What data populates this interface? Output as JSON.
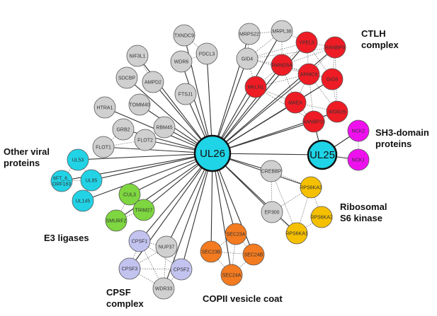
{
  "hubs": [
    {
      "id": "UL26",
      "label": "UL26"
    },
    {
      "id": "UL25",
      "label": "UL25"
    }
  ],
  "groups": [
    {
      "id": "ctlh",
      "lines": [
        "CTLH",
        "complex"
      ],
      "color": "#ee1c25"
    },
    {
      "id": "sh3",
      "lines": [
        "SH3-domain",
        "proteins"
      ],
      "color": "#ee11ee"
    },
    {
      "id": "ribosomal",
      "lines": [
        "Ribosomal",
        "S6 kinase"
      ],
      "color": "#f5c000"
    },
    {
      "id": "copii",
      "lines": [
        "COPII vesicle coat"
      ],
      "color": "#f47b20"
    },
    {
      "id": "cpsf",
      "lines": [
        "CPSF",
        "complex"
      ],
      "color": "#c3c3f0"
    },
    {
      "id": "e3",
      "lines": [
        "E3 ligases"
      ],
      "color": "#7ed640"
    },
    {
      "id": "viral",
      "lines": [
        "Other viral",
        "proteins"
      ],
      "color": "#22d3e6"
    }
  ],
  "nodes": [
    {
      "id": "MRPS22",
      "label": "MRPS22",
      "group": "none"
    },
    {
      "id": "MRPL38",
      "label": "MRPL38",
      "group": "none"
    },
    {
      "id": "GID4",
      "label": "GID4",
      "group": "none"
    },
    {
      "id": "TXNDC9",
      "label": "TXNDC9",
      "group": "none"
    },
    {
      "id": "PDCL3",
      "label": "PDCL3",
      "group": "none"
    },
    {
      "id": "WDR6",
      "label": "WDR6",
      "group": "none"
    },
    {
      "id": "NIF3L1",
      "label": "NIF3L1",
      "group": "none"
    },
    {
      "id": "AMPD2",
      "label": "AMPD2",
      "group": "none"
    },
    {
      "id": "SDCBP",
      "label": "SDCBP",
      "group": "none"
    },
    {
      "id": "TOMM40",
      "label": "TOMM40",
      "group": "none"
    },
    {
      "id": "FTSJ1",
      "label": "FTSJ1",
      "group": "none"
    },
    {
      "id": "HTRA1",
      "label": "HTRA1",
      "group": "none"
    },
    {
      "id": "GRB2",
      "label": "GRB2",
      "group": "none"
    },
    {
      "id": "RBM45",
      "label": "RBM45",
      "group": "none"
    },
    {
      "id": "FLOT1",
      "label": "FLOT1",
      "group": "none"
    },
    {
      "id": "FLOT2",
      "label": "FLOT2",
      "group": "none"
    },
    {
      "id": "YPEL5",
      "label": "YPEL5",
      "group": "ctlh"
    },
    {
      "id": "RANBP9",
      "label": "RANBP9",
      "group": "ctlh"
    },
    {
      "id": "RMND5A",
      "label": "RMND5A",
      "group": "ctlh"
    },
    {
      "id": "ARMC8",
      "label": "ARMC8",
      "group": "ctlh"
    },
    {
      "id": "GID8",
      "label": "GID8",
      "group": "ctlh"
    },
    {
      "id": "MKLN1",
      "label": "MKLN1",
      "group": "ctlh"
    },
    {
      "id": "WDR26",
      "label": "WDR26",
      "group": "ctlh"
    },
    {
      "id": "MAEA",
      "label": "MAEA",
      "group": "ctlh"
    },
    {
      "id": "RANBP10",
      "label": "RANBP10",
      "group": "ctlh"
    },
    {
      "id": "NCK2",
      "label": "NCK2",
      "group": "sh3"
    },
    {
      "id": "NCK1",
      "label": "NCK1",
      "group": "sh3"
    },
    {
      "id": "CREBBP",
      "label": "CREBBP",
      "group": "none"
    },
    {
      "id": "EP300",
      "label": "EP300",
      "group": "none"
    },
    {
      "id": "RPS6KA3",
      "label": "RPS6KA3",
      "group": "ribosomal"
    },
    {
      "id": "RPS6KA2",
      "label": "RPS6KA2",
      "group": "ribosomal"
    },
    {
      "id": "RPS6KA1",
      "label": "RPS6KA1",
      "group": "ribosomal"
    },
    {
      "id": "SEC23A",
      "label": "SEC23A",
      "group": "copii"
    },
    {
      "id": "SEC23B",
      "label": "SEC23B",
      "group": "copii"
    },
    {
      "id": "SEC24B",
      "label": "SEC24B",
      "group": "copii"
    },
    {
      "id": "SEC24A",
      "label": "SEC24A",
      "group": "copii"
    },
    {
      "id": "NUP37",
      "label": "NUP37",
      "group": "none"
    },
    {
      "id": "WDR33",
      "label": "WDR33",
      "group": "none"
    },
    {
      "id": "CPSF1",
      "label": "CPSF1",
      "group": "cpsf"
    },
    {
      "id": "CPSF3",
      "label": "CPSF3",
      "group": "cpsf"
    },
    {
      "id": "CPSF2",
      "label": "CPSF2",
      "group": "cpsf"
    },
    {
      "id": "CUL3",
      "label": "CUL3",
      "group": "e3"
    },
    {
      "id": "TRIM27",
      "label": "TRIM27",
      "group": "e3"
    },
    {
      "id": "SMURF2",
      "label": "SMURF2",
      "group": "e3"
    },
    {
      "id": "UL53",
      "label": "UL53",
      "group": "viral"
    },
    {
      "id": "6FT_6_ORF183",
      "label": "6FT_6_\nORF183",
      "group": "viral"
    },
    {
      "id": "UL85",
      "label": "UL85",
      "group": "viral"
    },
    {
      "id": "UL145",
      "label": "UL145",
      "group": "viral"
    }
  ],
  "hub_edges": [
    [
      "UL26",
      "MRPS22"
    ],
    [
      "UL26",
      "MRPL38"
    ],
    [
      "UL26",
      "GID4"
    ],
    [
      "UL26",
      "TXNDC9"
    ],
    [
      "UL26",
      "PDCL3"
    ],
    [
      "UL26",
      "WDR6"
    ],
    [
      "UL26",
      "NIF3L1"
    ],
    [
      "UL26",
      "AMPD2"
    ],
    [
      "UL26",
      "SDCBP"
    ],
    [
      "UL26",
      "TOMM40"
    ],
    [
      "UL26",
      "FTSJ1"
    ],
    [
      "UL26",
      "HTRA1"
    ],
    [
      "UL26",
      "GRB2"
    ],
    [
      "UL26",
      "RBM45"
    ],
    [
      "UL26",
      "FLOT1"
    ],
    [
      "UL26",
      "FLOT2"
    ],
    [
      "UL26",
      "YPEL5"
    ],
    [
      "UL26",
      "RANBP9"
    ],
    [
      "UL26",
      "RMND5A"
    ],
    [
      "UL26",
      "ARMC8"
    ],
    [
      "UL26",
      "GID8"
    ],
    [
      "UL26",
      "MKLN1"
    ],
    [
      "UL26",
      "WDR26"
    ],
    [
      "UL26",
      "MAEA"
    ],
    [
      "UL26",
      "RANBP10"
    ],
    [
      "UL26",
      "UL25"
    ],
    [
      "UL25",
      "NCK2"
    ],
    [
      "UL25",
      "NCK1"
    ],
    [
      "UL25",
      "RANBP10"
    ],
    [
      "UL26",
      "CREBBP"
    ],
    [
      "UL26",
      "EP300"
    ],
    [
      "UL26",
      "RPS6KA3"
    ],
    [
      "UL26",
      "RPS6KA1"
    ],
    [
      "UL26",
      "SEC23A"
    ],
    [
      "UL26",
      "SEC23B"
    ],
    [
      "UL26",
      "SEC24B"
    ],
    [
      "UL26",
      "SEC24A"
    ],
    [
      "UL26",
      "NUP37"
    ],
    [
      "UL26",
      "WDR33"
    ],
    [
      "UL26",
      "CPSF1"
    ],
    [
      "UL26",
      "CPSF3"
    ],
    [
      "UL26",
      "CPSF2"
    ],
    [
      "UL26",
      "CUL3"
    ],
    [
      "UL26",
      "TRIM27"
    ],
    [
      "UL26",
      "SMURF2"
    ],
    [
      "UL26",
      "UL53"
    ],
    [
      "UL26",
      "6FT_6_ORF183"
    ],
    [
      "UL26",
      "UL85"
    ],
    [
      "UL26",
      "UL145"
    ]
  ],
  "cluster_edges": [
    [
      "MRPS22",
      "MRPL38"
    ],
    [
      "MRPS22",
      "GID4"
    ],
    [
      "GID4",
      "MRPL38"
    ],
    [
      "MRPL38",
      "YPEL5"
    ],
    [
      "MRPL38",
      "RMND5A"
    ],
    [
      "GID4",
      "RMND5A"
    ],
    [
      "GID4",
      "ARMC8"
    ],
    [
      "GID4",
      "RANBP9"
    ],
    [
      "GID4",
      "MKLN1"
    ],
    [
      "GID4",
      "YPEL5"
    ],
    [
      "YPEL5",
      "RANBP9"
    ],
    [
      "YPEL5",
      "RMND5A"
    ],
    [
      "YPEL5",
      "ARMC8"
    ],
    [
      "YPEL5",
      "GID8"
    ],
    [
      "RANBP9",
      "ARMC8"
    ],
    [
      "RANBP9",
      "GID8"
    ],
    [
      "RANBP9",
      "RMND5A"
    ],
    [
      "RANBP9",
      "WDR26"
    ],
    [
      "RMND5A",
      "ARMC8"
    ],
    [
      "RMND5A",
      "MKLN1"
    ],
    [
      "RMND5A",
      "MAEA"
    ],
    [
      "RMND5A",
      "GID8"
    ],
    [
      "ARMC8",
      "GID8"
    ],
    [
      "ARMC8",
      "MKLN1"
    ],
    [
      "ARMC8",
      "WDR26"
    ],
    [
      "ARMC8",
      "MAEA"
    ],
    [
      "ARMC8",
      "RANBP10"
    ],
    [
      "GID8",
      "WDR26"
    ],
    [
      "GID8",
      "MAEA"
    ],
    [
      "MKLN1",
      "MAEA"
    ],
    [
      "MKLN1",
      "RANBP10"
    ],
    [
      "WDR26",
      "MAEA"
    ],
    [
      "WDR26",
      "RANBP10"
    ],
    [
      "MAEA",
      "RANBP10"
    ],
    [
      "TXNDC9",
      "PDCL3"
    ],
    [
      "WDR6",
      "PDCL3"
    ],
    [
      "NIF3L1",
      "AMPD2"
    ],
    [
      "GRB2",
      "FLOT1"
    ],
    [
      "FLOT1",
      "FLOT2"
    ],
    [
      "RBM45",
      "FLOT2"
    ],
    [
      "NCK2",
      "NCK1"
    ],
    [
      "CREBBP",
      "EP300"
    ],
    [
      "CREBBP",
      "RPS6KA3"
    ],
    [
      "CREBBP",
      "RPS6KA1"
    ],
    [
      "EP300",
      "RPS6KA1"
    ],
    [
      "EP300",
      "RPS6KA3"
    ],
    [
      "RPS6KA3",
      "RPS6KA2"
    ],
    [
      "RPS6KA3",
      "RPS6KA1"
    ],
    [
      "RPS6KA2",
      "RPS6KA1"
    ],
    [
      "SEC23A",
      "SEC23B"
    ],
    [
      "SEC23A",
      "SEC24B"
    ],
    [
      "SEC23A",
      "SEC24A"
    ],
    [
      "SEC23B",
      "SEC24B"
    ],
    [
      "SEC23B",
      "SEC24A"
    ],
    [
      "SEC24B",
      "SEC24A"
    ],
    [
      "NUP37",
      "CPSF1"
    ],
    [
      "NUP37",
      "CPSF3"
    ],
    [
      "NUP37",
      "CPSF2"
    ],
    [
      "NUP37",
      "WDR33"
    ],
    [
      "CPSF1",
      "CPSF3"
    ],
    [
      "CPSF1",
      "CPSF2"
    ],
    [
      "CPSF1",
      "WDR33"
    ],
    [
      "CPSF3",
      "CPSF2"
    ],
    [
      "CPSF3",
      "WDR33"
    ],
    [
      "CPSF2",
      "WDR33"
    ],
    [
      "CUL3",
      "TRIM27"
    ],
    [
      "CUL3",
      "SMURF2"
    ],
    [
      "TRIM27",
      "SMURF2"
    ],
    [
      "UL53",
      "UL85"
    ],
    [
      "6FT_6_ORF183",
      "UL85"
    ],
    [
      "UL85",
      "UL145"
    ],
    [
      "UL53",
      "6FT_6_ORF183"
    ]
  ],
  "colors": {
    "default_node": "#d0d0d0",
    "node_stroke": "#555555",
    "hub_fill": "#1fd4e6",
    "hub_stroke": "#111111",
    "edge": "#333333",
    "cluster_edge": "#777777"
  }
}
